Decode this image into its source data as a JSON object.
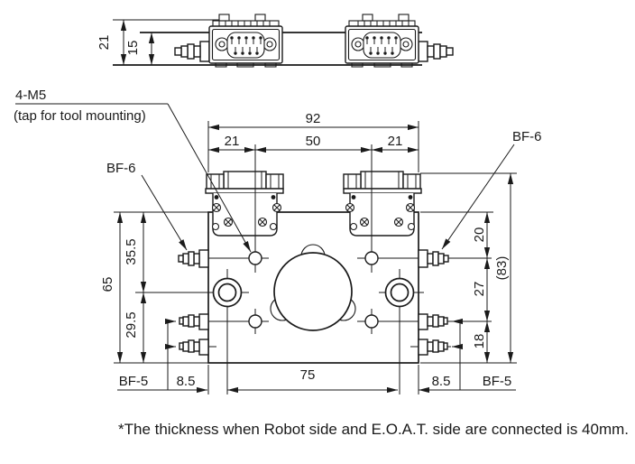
{
  "dims": {
    "sv_total": "21",
    "sv_body": "15",
    "w": "92",
    "wl": "21",
    "wc": "50",
    "wr": "21",
    "h": "65",
    "hu": "35.5",
    "hl": "29.5",
    "rt": "20",
    "rm": "27",
    "rb": "18",
    "rtotal": "(83)",
    "bl": "8.5",
    "bc": "75",
    "br": "8.5"
  },
  "labels": {
    "tap": "4-M5",
    "tap_note": "(tap for tool mounting)",
    "bf6_left": "BF-6",
    "bf6_right": "BF-6",
    "bf5_left": "BF-5",
    "bf5_right": "BF-5"
  },
  "note": "*The thickness when Robot side and E.O.A.T. side are connected is 40mm.",
  "colors": {
    "line": "#1a1a1a",
    "background": "#ffffff"
  }
}
